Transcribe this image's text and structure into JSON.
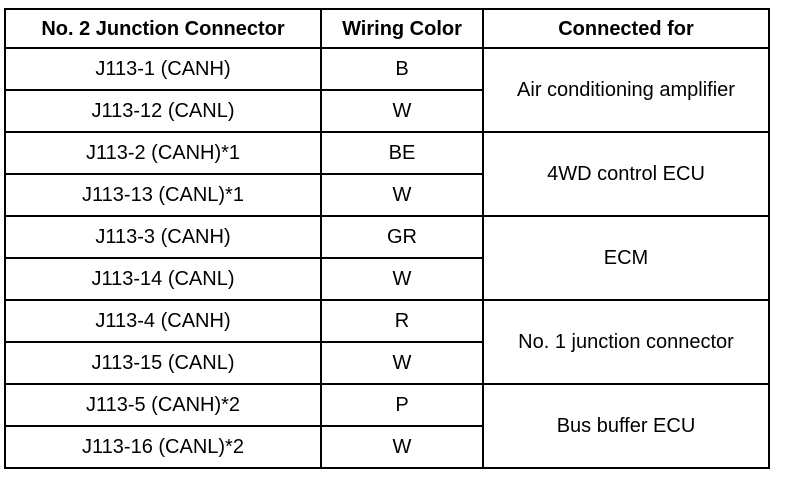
{
  "table": {
    "headers": [
      "No. 2 Junction Connector",
      "Wiring Color",
      "Connected for"
    ],
    "groups": [
      {
        "connected_for": "Air conditioning amplifier",
        "rows": [
          {
            "connector": "J113-1 (CANH)",
            "color": "B"
          },
          {
            "connector": "J113-12 (CANL)",
            "color": "W"
          }
        ]
      },
      {
        "connected_for": "4WD control ECU",
        "rows": [
          {
            "connector": "J113-2 (CANH)*1",
            "color": "BE"
          },
          {
            "connector": "J113-13 (CANL)*1",
            "color": "W"
          }
        ]
      },
      {
        "connected_for": "ECM",
        "rows": [
          {
            "connector": "J113-3 (CANH)",
            "color": "GR"
          },
          {
            "connector": "J113-14 (CANL)",
            "color": "W"
          }
        ]
      },
      {
        "connected_for": "No. 1 junction connector",
        "rows": [
          {
            "connector": "J113-4 (CANH)",
            "color": "R"
          },
          {
            "connector": "J113-15 (CANL)",
            "color": "W"
          }
        ]
      },
      {
        "connected_for": "Bus buffer ECU",
        "rows": [
          {
            "connector": "J113-5 (CANH)*2",
            "color": "P"
          },
          {
            "connector": "J113-16 (CANL)*2",
            "color": "W"
          }
        ]
      }
    ]
  }
}
